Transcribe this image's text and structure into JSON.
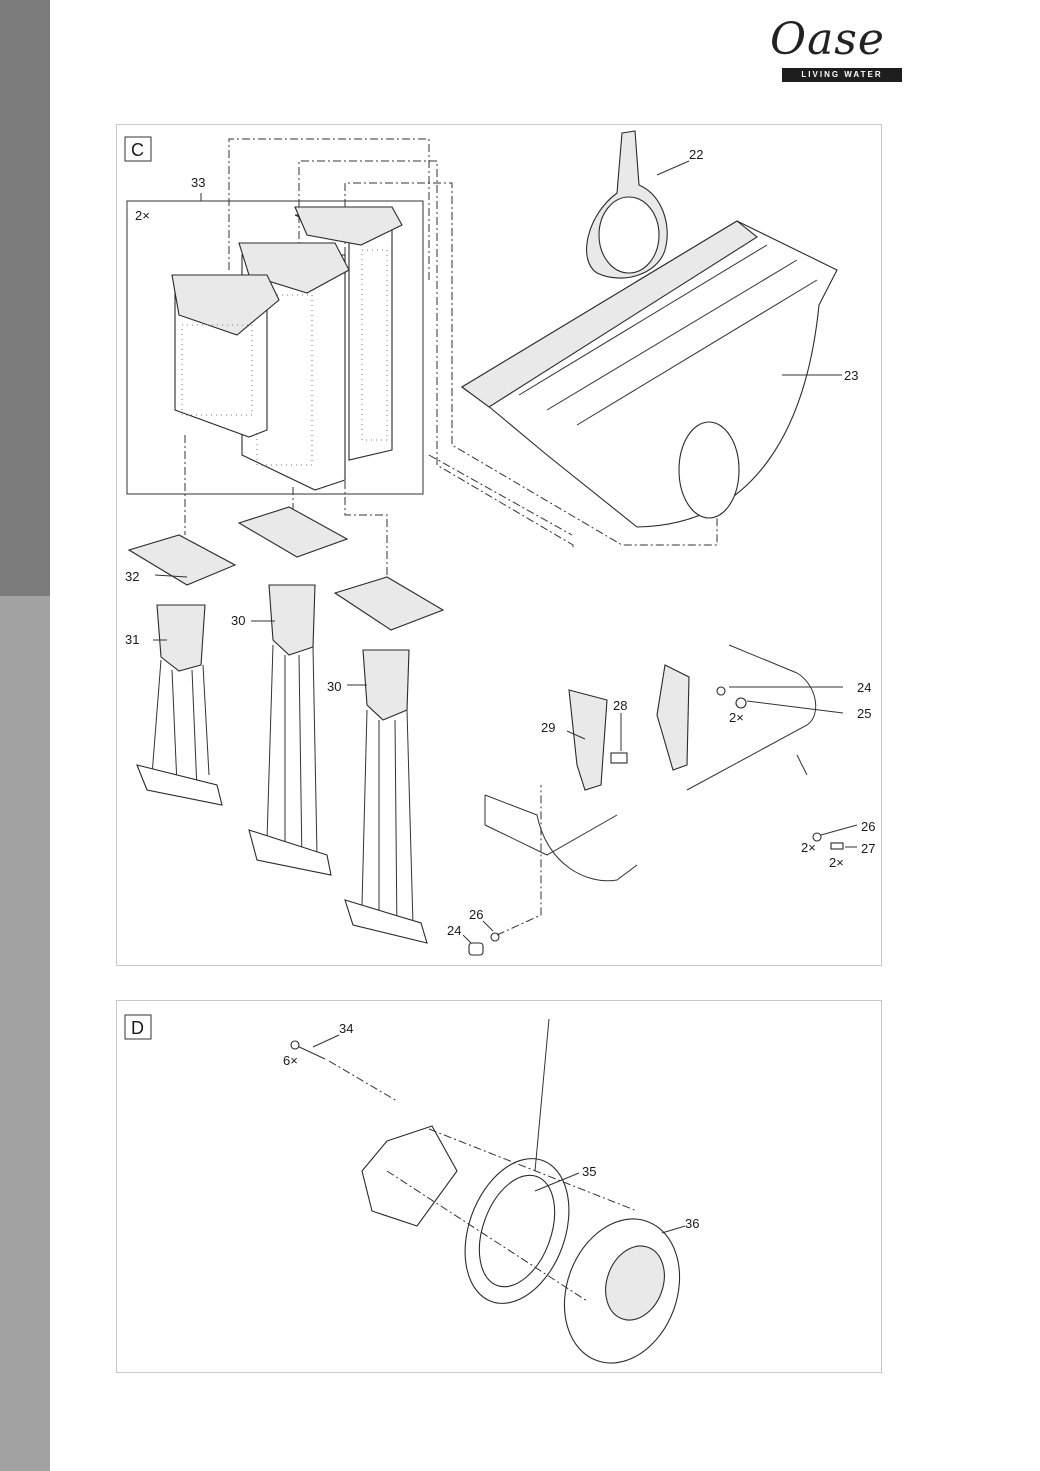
{
  "brand": {
    "name": "Oase",
    "tagline": "LIVING WATER"
  },
  "panels": [
    {
      "letter": "C",
      "group_label": "2×",
      "labels": {
        "p22": "22",
        "p23": "23",
        "p33": "33",
        "p32": "32",
        "p31": "31",
        "p30a": "30",
        "p30b": "30",
        "p29": "29",
        "p28": "28",
        "p24a": "24",
        "p25": "25",
        "p25qty": "2×",
        "p26a": "26",
        "p26qty": "2×",
        "p27": "27",
        "p27qty": "2×",
        "p26b": "26",
        "p24b": "24"
      }
    },
    {
      "letter": "D",
      "labels": {
        "p34": "34",
        "p34qty": "6×",
        "p35": "35",
        "p36": "36"
      }
    }
  ],
  "colors": {
    "sidebar_top": "#7c7c7c",
    "sidebar_bottom": "#a3a3a3",
    "line": "#333333",
    "panel_border": "#c8c8c8"
  }
}
